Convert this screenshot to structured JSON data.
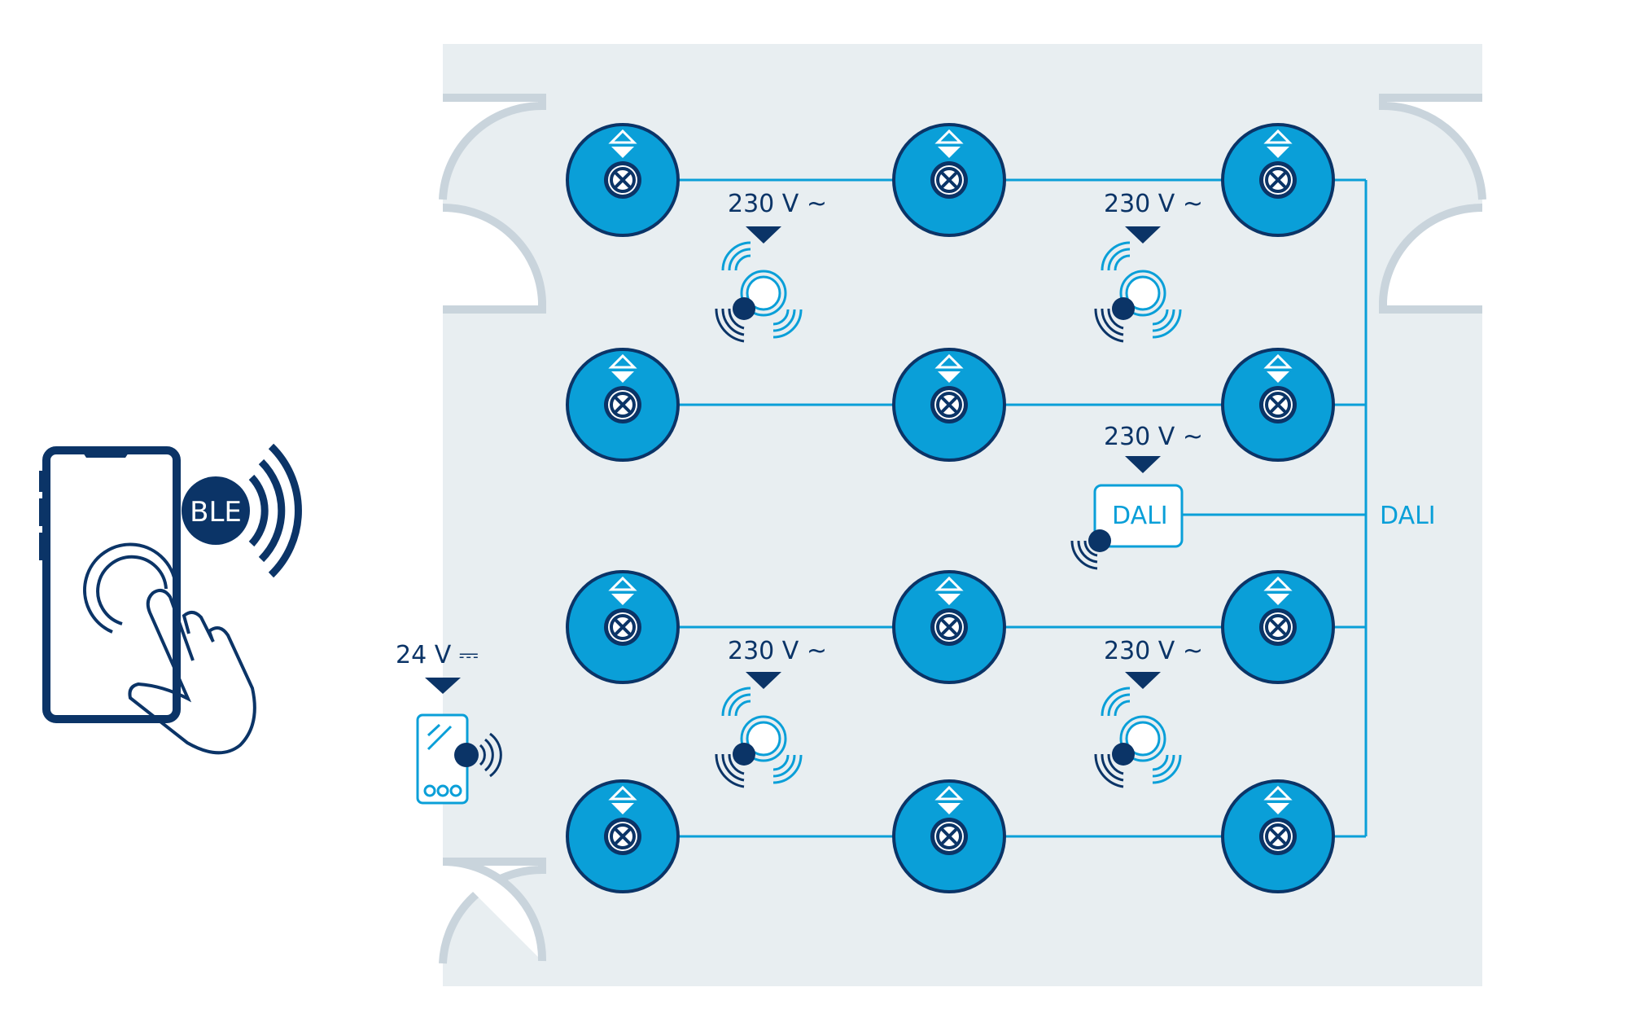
{
  "colors": {
    "accent": "#0a9fd8",
    "navy": "#0b3467",
    "panel": "#e8eef1",
    "wall": "#c9d4dc"
  },
  "phone": {
    "badge": "BLE"
  },
  "labels": {
    "v230": [
      "230 V ~",
      "230 V ~",
      "230 V ~",
      "230 V ~",
      "230 V ~"
    ],
    "v24": "24 V ⎓",
    "dali_box": "DALI",
    "dali_bus": "DALI"
  },
  "icons": [
    "smartphone-icon",
    "touch-hand-icon",
    "ble-wireless-icon",
    "luminaire-icon",
    "motion-sensor-icon",
    "wall-switch-icon",
    "dali-controller-icon"
  ]
}
